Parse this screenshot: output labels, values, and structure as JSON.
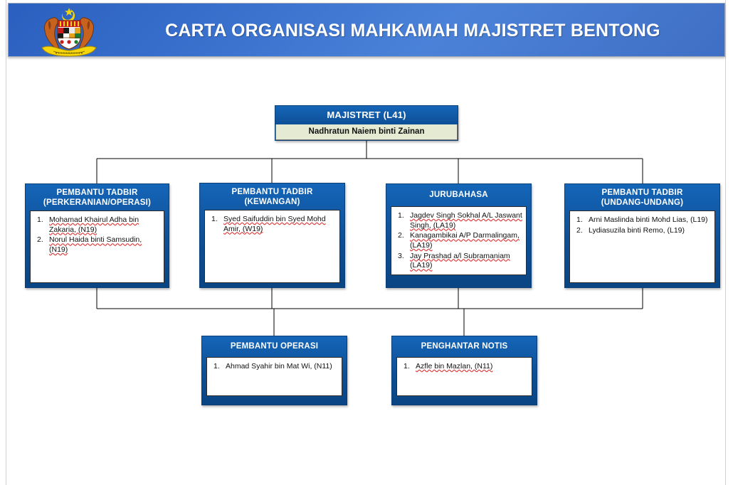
{
  "header": {
    "title": "CARTA ORGANISASI MAHKAMAH MAJISTRET BENTONG",
    "crest_icon": "malaysia-coat-of-arms-icon",
    "background_color": "#3b73cf",
    "text_color": "#ffffff"
  },
  "chart_colors": {
    "node_header_blue": "#0d4f96",
    "node_header_blue_light": "#1565b8",
    "root_body_cream": "#e4ebd2",
    "body_white": "#ffffff",
    "connector_line": "#000000",
    "spellcheck_underline": "#e03131"
  },
  "root": {
    "title": "MAJISTRET (L41)",
    "occupant": "Nadhratun Naiem binti Zainan"
  },
  "level2": [
    {
      "title_line1": "PEMBANTU TADBIR",
      "title_line2": "(PERKERANIAN/OPERASI)",
      "members": [
        {
          "num": "1.",
          "name": "Mohamad Khairul Adha bin Zakaria, (N19)"
        },
        {
          "num": "2.",
          "name": "Norul Haida binti Samsudin, (N19)"
        }
      ]
    },
    {
      "title_line1": "PEMBANTU TADBIR",
      "title_line2": "(KEWANGAN)",
      "members": [
        {
          "num": "1.",
          "name": "Syed Saifuddin bin Syed Mohd Amir, (W19)"
        }
      ]
    },
    {
      "title_line1": "JURUBAHASA",
      "title_line2": "",
      "members": [
        {
          "num": "1.",
          "name": "Jagdev Singh Sokhal A/L Jaswant Singh, (LA19)"
        },
        {
          "num": "2.",
          "name": "Kanagambikai A/P Darmalingam, (LA19)"
        },
        {
          "num": "3.",
          "name": "Jay Prashad a/l Subramaniam (LA19)"
        }
      ]
    },
    {
      "title_line1": "PEMBANTU TADBIR",
      "title_line2": "(UNDANG-UNDANG)",
      "members": [
        {
          "num": "1.",
          "name": "Arni Maslinda binti Mohd Lias, (L19)"
        },
        {
          "num": "2.",
          "name": "Lydiasuzila binti Remo, (L19)"
        }
      ]
    }
  ],
  "level3": [
    {
      "title_line1": "PEMBANTU  OPERASI",
      "title_line2": "",
      "members": [
        {
          "num": "1.",
          "name": "Ahmad Syahir bin Mat Wi, (N11)"
        }
      ]
    },
    {
      "title_line1": "PENGHANTAR NOTIS",
      "title_line2": "",
      "members": [
        {
          "num": "1.",
          "name": "Azfle bin Mazlan, (N11)"
        }
      ]
    }
  ]
}
